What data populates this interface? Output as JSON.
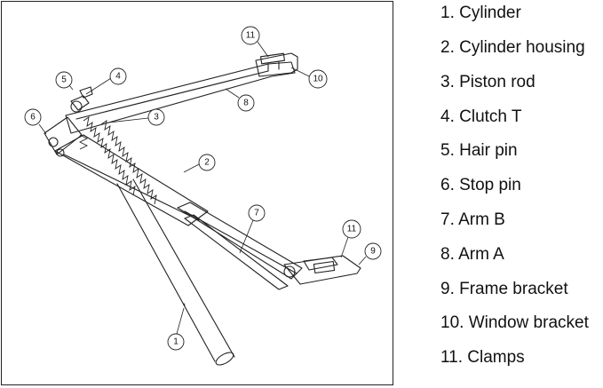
{
  "callouts": [
    "1",
    "2",
    "3",
    "4",
    "5",
    "6",
    "7",
    "8",
    "9",
    "10",
    "11",
    "11"
  ],
  "legend": [
    "1. Cylinder",
    "2. Cylinder housing",
    "3. Piston rod",
    "4. Clutch T",
    "5. Hair pin",
    "6. Stop pin",
    "7. Arm B",
    "8. Arm A",
    "9. Frame bracket",
    "10. Window bracket",
    "11. Clamps"
  ]
}
